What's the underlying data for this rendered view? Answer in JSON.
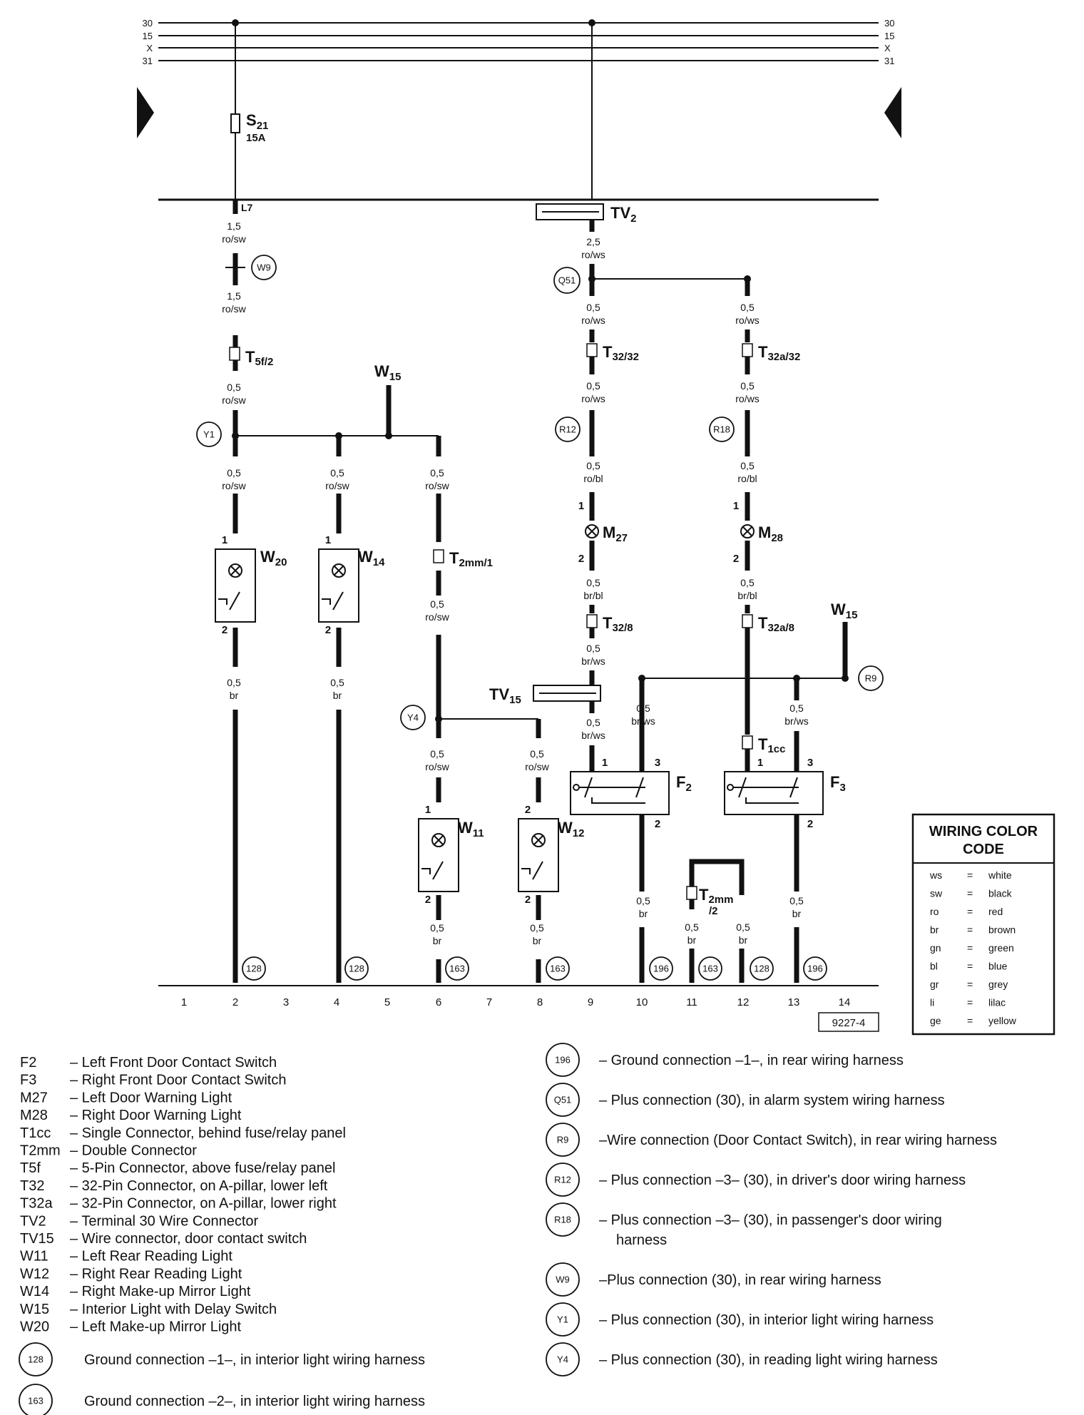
{
  "bus": {
    "left": [
      "30",
      "15",
      "X",
      "31"
    ],
    "right": [
      "30",
      "15",
      "X",
      "31"
    ]
  },
  "components": {
    "s21": {
      "name": "S",
      "sub": "21",
      "rating": "15A"
    },
    "l7": "L7",
    "tv2": {
      "name": "TV",
      "sub": "2"
    },
    "tv15": {
      "name": "TV",
      "sub": "15"
    },
    "t5f2": {
      "name": "T",
      "sub": "5f/2"
    },
    "t32_32": {
      "name": "T",
      "sub": "32/32"
    },
    "t32a_32": {
      "name": "T",
      "sub": "32a/32"
    },
    "t32_8": {
      "name": "T",
      "sub": "32/8"
    },
    "t32a_8": {
      "name": "T",
      "sub": "32a/8"
    },
    "t2mm1": {
      "name": "T",
      "sub": "2mm/1"
    },
    "t2mm2": {
      "name": "T",
      "sub": "2mm",
      "sub2": "/2"
    },
    "t1cc": {
      "name": "T",
      "sub": "1cc"
    },
    "w15a": {
      "name": "W",
      "sub": "15"
    },
    "w15b": {
      "name": "W",
      "sub": "15"
    },
    "w20": {
      "name": "W",
      "sub": "20"
    },
    "w14": {
      "name": "W",
      "sub": "14"
    },
    "w11": {
      "name": "W",
      "sub": "11"
    },
    "w12": {
      "name": "W",
      "sub": "12"
    },
    "m27": {
      "name": "M",
      "sub": "27"
    },
    "m28": {
      "name": "M",
      "sub": "28"
    },
    "f2": {
      "name": "F",
      "sub": "2"
    },
    "f3": {
      "name": "F",
      "sub": "3"
    }
  },
  "wire_specs": {
    "a1": [
      "1,5",
      "ro/sw"
    ],
    "a2": [
      "1,5",
      "ro/sw"
    ],
    "a3": [
      "0,5",
      "ro/sw"
    ],
    "b1": [
      "2,5",
      "ro/ws"
    ],
    "c1": [
      "0,5",
      "ro/ws"
    ],
    "c2": [
      "0,5",
      "ro/ws"
    ],
    "c3": [
      "0,5",
      "ro/bl"
    ],
    "c4": [
      "0,5",
      "br/bl"
    ],
    "c5": [
      "0,5",
      "br/ws"
    ],
    "c6": [
      "0,5",
      "br/ws"
    ],
    "d1": [
      "0,5",
      "ro/ws"
    ],
    "d2": [
      "0,5",
      "ro/ws"
    ],
    "d3": [
      "0,5",
      "ro/bl"
    ],
    "d4": [
      "0,5",
      "br/bl"
    ],
    "e1": [
      "0,5",
      "ro/sw"
    ],
    "e2": [
      "0,5",
      "br"
    ],
    "f1": [
      "0,5",
      "ro/sw"
    ],
    "f2": [
      "0,5",
      "br"
    ],
    "g1": [
      "0,5",
      "ro/sw"
    ],
    "g2": [
      "0,5",
      "ro/sw"
    ],
    "g3": [
      "0,5",
      "ro/sw"
    ],
    "g4": [
      "0,5",
      "br"
    ],
    "h1": [
      "0,5",
      "ro/sw"
    ],
    "h2": [
      "0,5",
      "br"
    ],
    "i1": [
      "0,5",
      "br/ws"
    ],
    "i2": [
      "0,5",
      "br"
    ],
    "j1": [
      "0,5",
      "br/ws"
    ],
    "j2": [
      "0,5",
      "br"
    ],
    "k1": [
      "0,5",
      "br"
    ],
    "k2": [
      "0,5",
      "br"
    ]
  },
  "pins": {
    "one": "1",
    "two": "2",
    "three": "3"
  },
  "connections": {
    "w9": "W9",
    "y1": "Y1",
    "y4": "Y4",
    "q51": "Q51",
    "r12": "R12",
    "r18": "R18",
    "r9": "R9",
    "g128": "128",
    "g163": "163",
    "g196": "196"
  },
  "columns": [
    "1",
    "2",
    "3",
    "4",
    "5",
    "6",
    "7",
    "8",
    "9",
    "10",
    "11",
    "12",
    "13",
    "14"
  ],
  "figure_id": "9227-4",
  "color_code": {
    "title1": "WIRING COLOR",
    "title2": "CODE",
    "rows": [
      [
        "ws",
        "=",
        "white"
      ],
      [
        "sw",
        "=",
        "black"
      ],
      [
        "ro",
        "=",
        "red"
      ],
      [
        "br",
        "=",
        "brown"
      ],
      [
        "gn",
        "=",
        "green"
      ],
      [
        "bl",
        "=",
        "blue"
      ],
      [
        "gr",
        "=",
        "grey"
      ],
      [
        "li",
        "=",
        "lilac"
      ],
      [
        "ge",
        "=",
        "yellow"
      ]
    ]
  },
  "legend_left": [
    [
      "F2",
      "– Left Front Door Contact Switch"
    ],
    [
      "F3",
      "– Right Front Door Contact Switch"
    ],
    [
      "M27",
      "– Left Door Warning Light"
    ],
    [
      "M28",
      "– Right Door Warning Light"
    ],
    [
      "T1cc",
      "– Single Connector, behind fuse/relay panel"
    ],
    [
      "T2mm",
      "– Double Connector"
    ],
    [
      "T5f",
      "– 5-Pin Connector, above fuse/relay panel"
    ],
    [
      "T32",
      "– 32-Pin Connector, on A-pillar, lower left"
    ],
    [
      "T32a",
      "– 32-Pin Connector, on A-pillar, lower right"
    ],
    [
      "TV2",
      "– Terminal 30 Wire Connector"
    ],
    [
      "TV15",
      "– Wire connector, door contact switch"
    ],
    [
      "W11",
      "– Left Rear Reading Light"
    ],
    [
      "W12",
      "– Right Rear Reading Light"
    ],
    [
      "W14",
      "– Right Make-up Mirror Light"
    ],
    [
      "W15",
      "– Interior Light with Delay Switch"
    ],
    [
      "W20",
      "– Left Make-up Mirror Light"
    ]
  ],
  "legend_ground": [
    [
      "128",
      "Ground connection –1–, in interior light wiring harness"
    ],
    [
      "163",
      "Ground connection –2–, in interior light wiring harness"
    ]
  ],
  "legend_right": [
    [
      "196",
      "– Ground connection –1–, in rear wiring harness",
      ""
    ],
    [
      "Q51",
      "– Plus connection (30), in alarm system wiring harness",
      ""
    ],
    [
      "R9",
      "–Wire connection (Door Contact Switch), in rear wiring harness",
      ""
    ],
    [
      "R12",
      "– Plus connection –3– (30), in driver's door wiring harness",
      ""
    ],
    [
      "R18",
      "– Plus connection –3– (30), in passenger's door wiring",
      "harness"
    ],
    [
      "W9",
      "–Plus connection (30), in rear wiring harness",
      ""
    ],
    [
      "Y1",
      "– Plus connection (30), in interior light wiring harness",
      ""
    ],
    [
      "Y4",
      "– Plus connection (30), in reading light wiring harness",
      ""
    ]
  ]
}
